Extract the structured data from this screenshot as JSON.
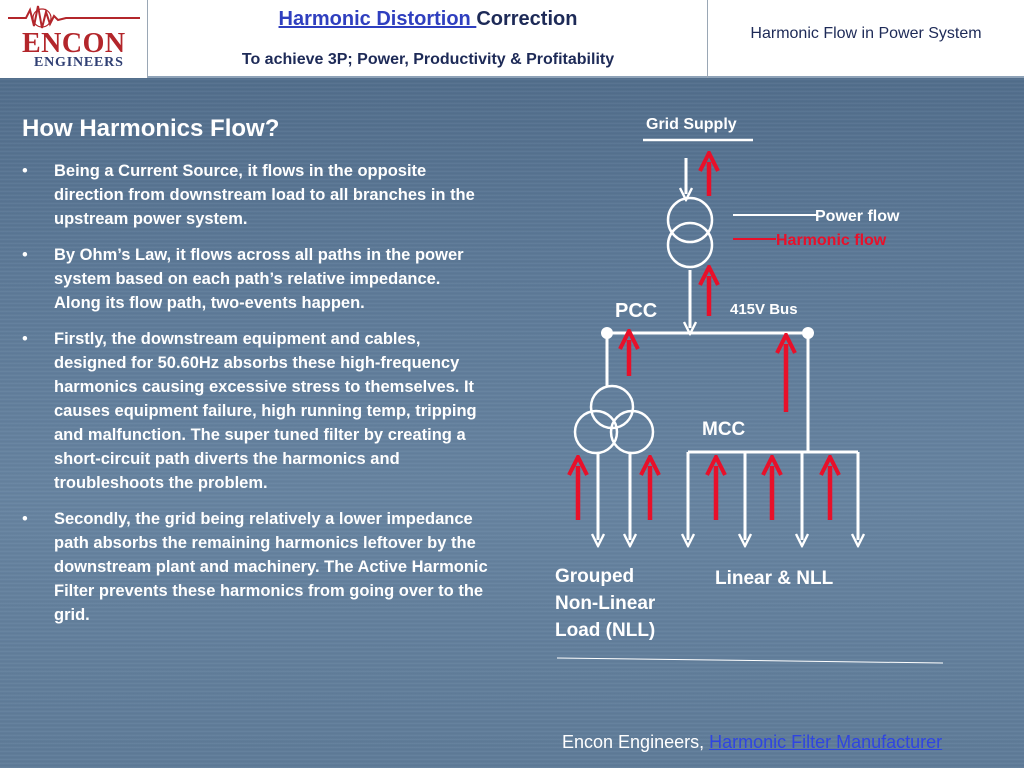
{
  "header": {
    "logo": {
      "word": "ENCON",
      "sub": "ENGINEERS"
    },
    "title_link": "Harmonic Distortion ",
    "title_rest": "Correction",
    "subtitle": "To achieve 3P; Power, Productivity & Profitability",
    "right_title": "Harmonic Flow in Power System"
  },
  "main": {
    "heading": "How Harmonics Flow?",
    "bullet_char": "•",
    "bullets": [
      "Being a Current Source, it flows in the opposite direction from downstream load to all branches in the upstream power system.",
      "By Ohm’s Law, it flows across all paths in the power system based on each path’s relative impedance. Along its flow path, two-events happen.",
      "Firstly, the downstream equipment and cables, designed for 50.60Hz absorbs these high-frequency harmonics causing excessive stress to themselves. It causes equipment failure, high running temp, tripping and malfunction.  The super tuned filter by creating a short-circuit path diverts the harmonics and troubleshoots the problem.",
      "Secondly, the grid being relatively a lower impedance path absorbs the remaining harmonics leftover by the downstream plant and machinery. The Active Harmonic Filter prevents these harmonics from going over to the grid."
    ]
  },
  "diagram": {
    "grid_supply": "Grid Supply",
    "legend_power": "Power flow",
    "legend_harmonic": "Harmonic flow",
    "pcc": "PCC",
    "bus": "415V Bus",
    "mcc": "MCC",
    "grouped_nll": [
      "Grouped",
      "Non-Linear",
      "Load (NLL)"
    ],
    "linear_nll": "Linear & NLL",
    "colors": {
      "power": "#ffffff",
      "harmonic": "#e8102a"
    }
  },
  "footer": {
    "company": "Encon Engineers, ",
    "link": "Harmonic Filter Manufacturer"
  }
}
